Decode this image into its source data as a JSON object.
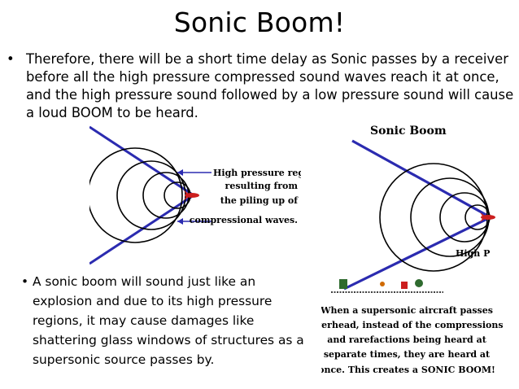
{
  "slide": {
    "title": "Sonic Boom!",
    "bullet_1": "Therefore, there will be a short time delay as Sonic passes by a receiver  before all the high pressure compressed sound waves  reach it at once, and the high pressure sound followed by a low pressure sound will cause a loud BOOM to be heard.",
    "bullet_2": "A sonic boom will sound just like an explosion and due to its high pressure regions, it may cause damages like shattering glass windows of structures as a supersonic source passes by."
  },
  "left_figure": {
    "labels": [
      "High pressure regions",
      "resulting from",
      "the piling up of",
      "compressional waves."
    ]
  },
  "right_figure": {
    "title": "Sonic Boom",
    "high_p": "High P",
    "caption": [
      "When a supersonic aircraft passes",
      "overhead, instead of the compressions",
      "and rarefactions being heard at",
      "separate times, they are heard at",
      "once.  This creates a SONIC BOOM!"
    ]
  },
  "colors": {
    "shock_cone": "#2b2bb0",
    "plane": "#cc1f1f",
    "ground": "#2f6b2f"
  }
}
